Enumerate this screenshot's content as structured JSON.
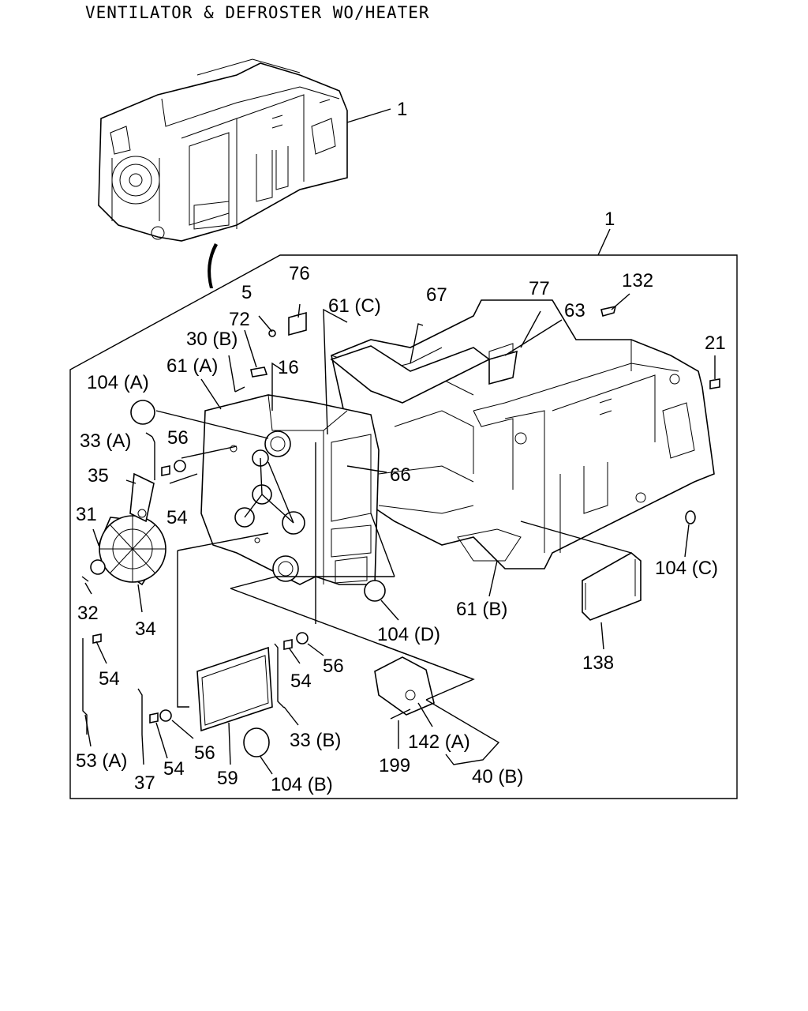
{
  "title": "VENTILATOR & DEFROSTER WO/HEATER",
  "callouts": {
    "c1_top": "1",
    "c1_frame": "1",
    "c76": "76",
    "c5": "5",
    "c72": "72",
    "c61c": "61 (C)",
    "c67": "67",
    "c77": "77",
    "c63": "63",
    "c132": "132",
    "c21": "21",
    "c30b": "30 (B)",
    "c61a": "61 (A)",
    "c16": "16",
    "c104a": "104 (A)",
    "c33a": "33 (A)",
    "c56a": "56",
    "c35": "35",
    "c54a": "54",
    "c66": "66",
    "c31": "31",
    "c32": "32",
    "c34": "34",
    "c61b": "61 (B)",
    "c104c": "104 (C)",
    "c104d": "104 (D)",
    "c54b": "54",
    "c56b": "56",
    "c54c": "54",
    "c138": "138",
    "c53a": "53 (A)",
    "c37": "37",
    "c54d": "54",
    "c56c": "56",
    "c59": "59",
    "c33b": "33 (B)",
    "c104b": "104 (B)",
    "c142a": "142 (A)",
    "c199": "199",
    "c40b": "40 (B)"
  }
}
